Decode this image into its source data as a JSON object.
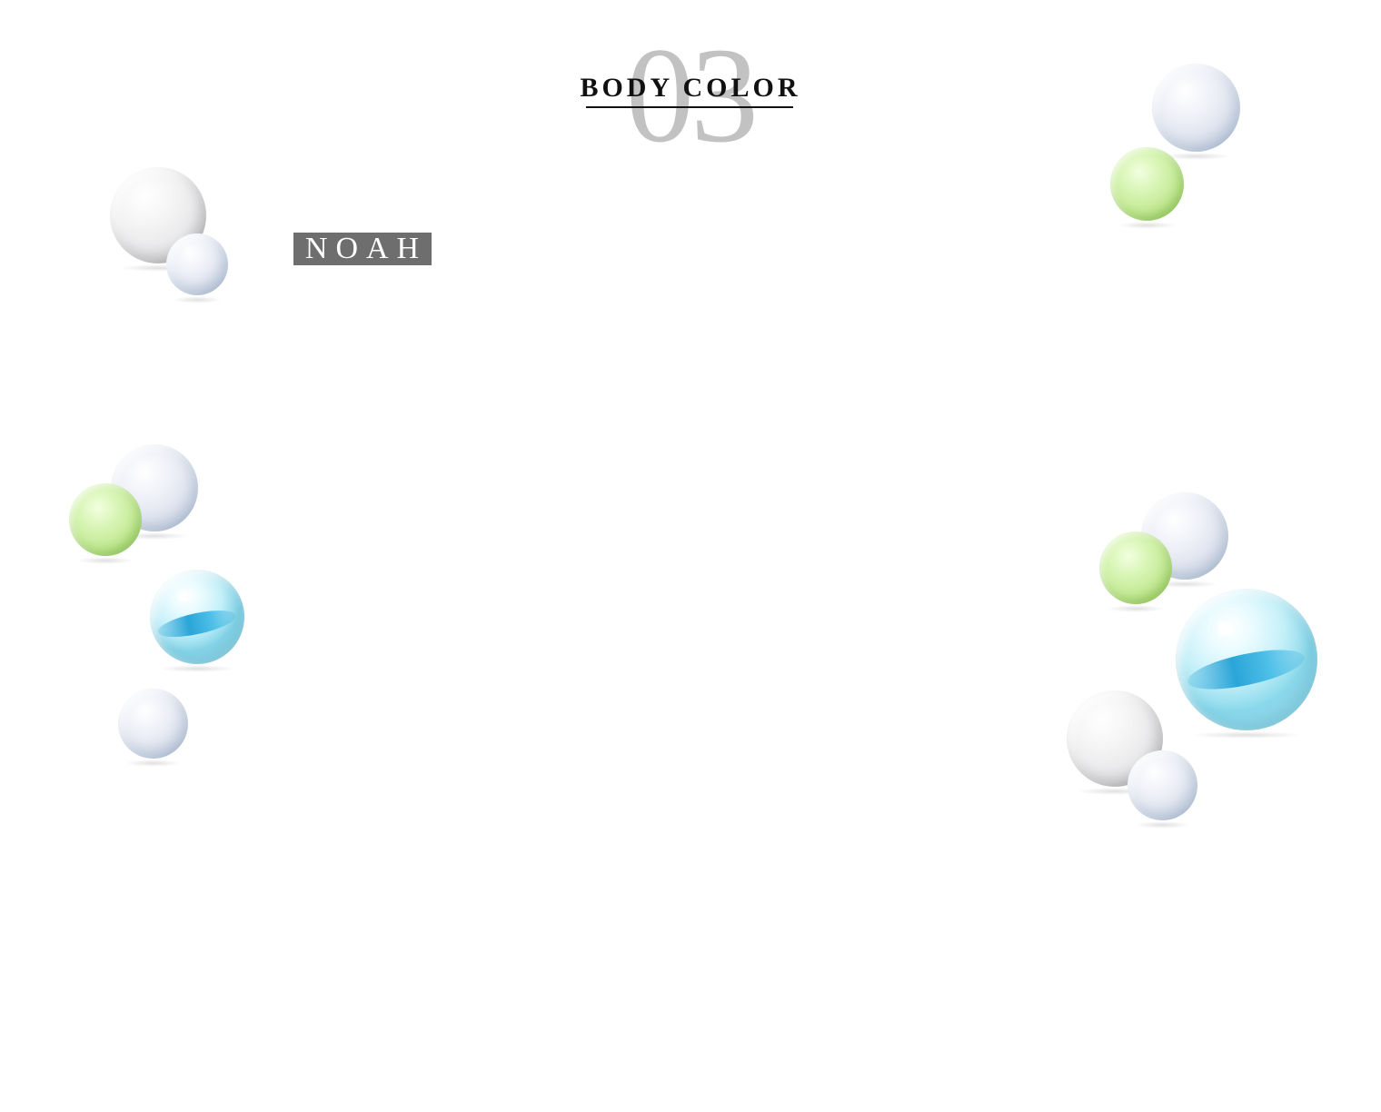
{
  "section": {
    "number": "03",
    "title": "BODY COLOR"
  },
  "model_tab": {
    "label": "NOAH"
  },
  "colors": {
    "tab_background": "#6e6e6e",
    "tab_text": "#ffffff",
    "number_color": "#c2c2c2",
    "title_color": "#111111"
  }
}
